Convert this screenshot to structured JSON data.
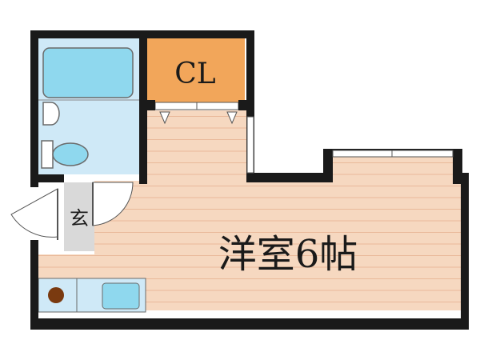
{
  "labels": {
    "closet": "CL",
    "entrance": "玄",
    "room": "洋室6帖"
  },
  "colors": {
    "wall": "#1a1a1a",
    "floor": "#f6d8c0",
    "floor_line": "#e9b99a",
    "closet": "#f2a65a",
    "bath": "#cfe9f7",
    "fixture": "#8fd8ee",
    "entrance": "#d9d9d9",
    "stove": "#7a3a10"
  }
}
